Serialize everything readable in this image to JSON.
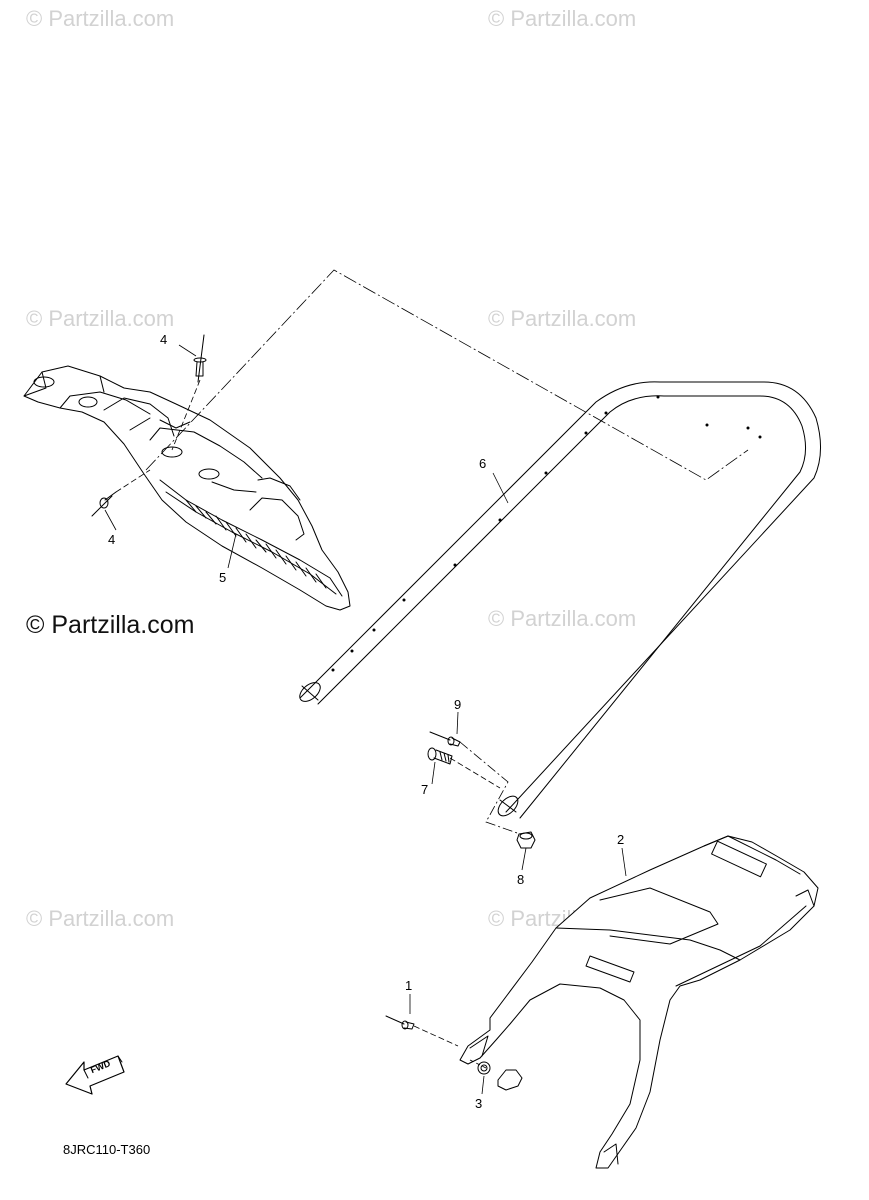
{
  "watermarks": {
    "faint": "© Partzilla.com",
    "main": "© Partzilla.com"
  },
  "callouts": {
    "c1": "1",
    "c2": "2",
    "c3": "3",
    "c4a": "4",
    "c4b": "4",
    "c5": "5",
    "c6": "6",
    "c7": "7",
    "c8": "8",
    "c9": "9"
  },
  "fwd_label": "FWD",
  "diagram_code": "8JRC110-T360",
  "colors": {
    "line": "#000000",
    "watermark": "#d2d2d2",
    "background": "#ffffff"
  }
}
